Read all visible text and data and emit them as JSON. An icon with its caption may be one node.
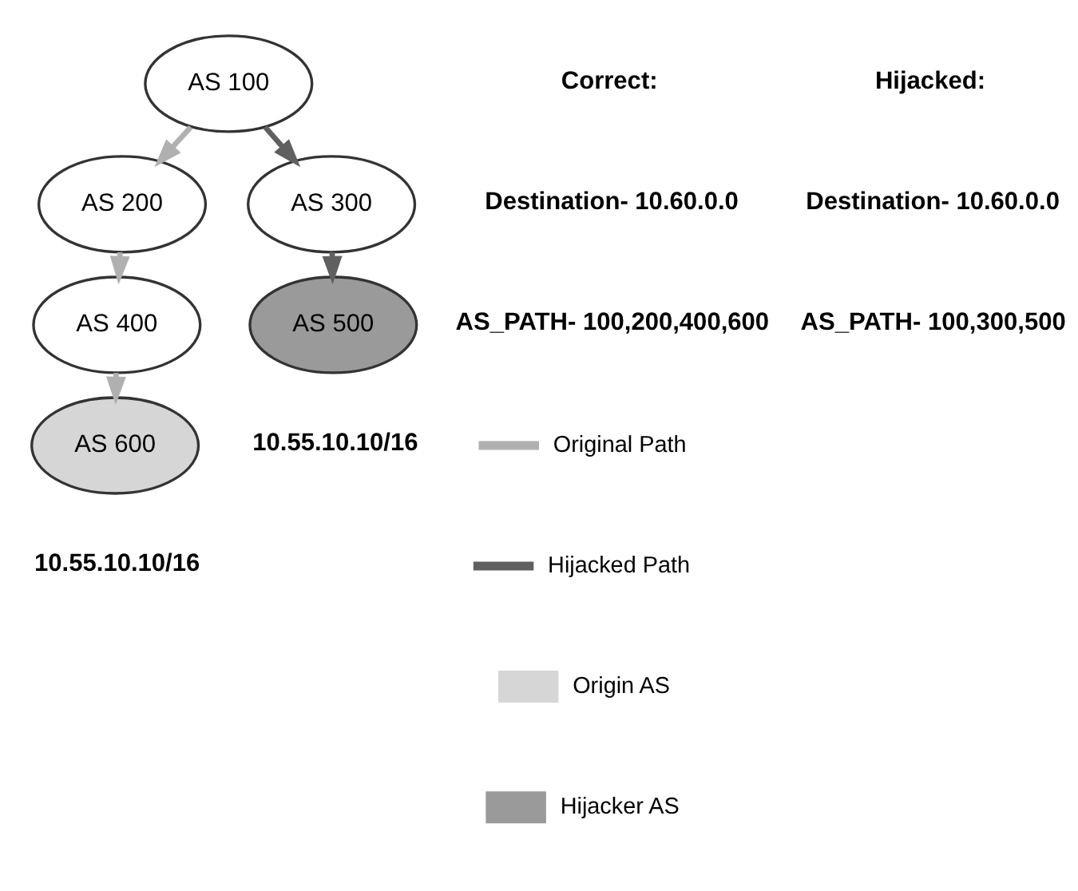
{
  "diagram": {
    "nodes": [
      {
        "text": [
          "AS 100"
        ]
      },
      {
        "text": [
          "AS 200"
        ]
      },
      {
        "text": [
          "AS 300"
        ]
      },
      {
        "text": [
          "AS 400"
        ]
      },
      {
        "text": [
          "AS 500"
        ],
        "beside": [
          "10.55.10.10/16"
        ]
      },
      {
        "text": [
          "AS 600"
        ],
        "beside": [
          "10.55.10.10/16"
        ]
      }
    ],
    "edges": [
      {
        "from": 0,
        "to": 1,
        "arrow": "to"
      },
      {
        "from": 0,
        "to": 2,
        "arrow": "to",
        "color": "#606060"
      },
      {
        "from": 1,
        "to": 3,
        "arrow": "to"
      },
      {
        "from": 2,
        "to": 4,
        "arrow": "to",
        "color": "#606060"
      },
      {
        "from": 3,
        "to": 5,
        "arrow": "to"
      }
    ],
    "labels": [
      "Correct:",
      "Destination- 10.60.0.0",
      "AS_PATH- 100,200,400,600",
      "Hijacked:",
      "Destination- 10.60.0.0",
      "AS_PATH- 100,300,500"
    ],
    "legend": [
      {
        "text": "Original Path"
      },
      {
        "text": "Hijacked Path"
      },
      {
        "text": "Origin AS"
      },
      {
        "text": "Hijacker AS"
      }
    ]
  }
}
